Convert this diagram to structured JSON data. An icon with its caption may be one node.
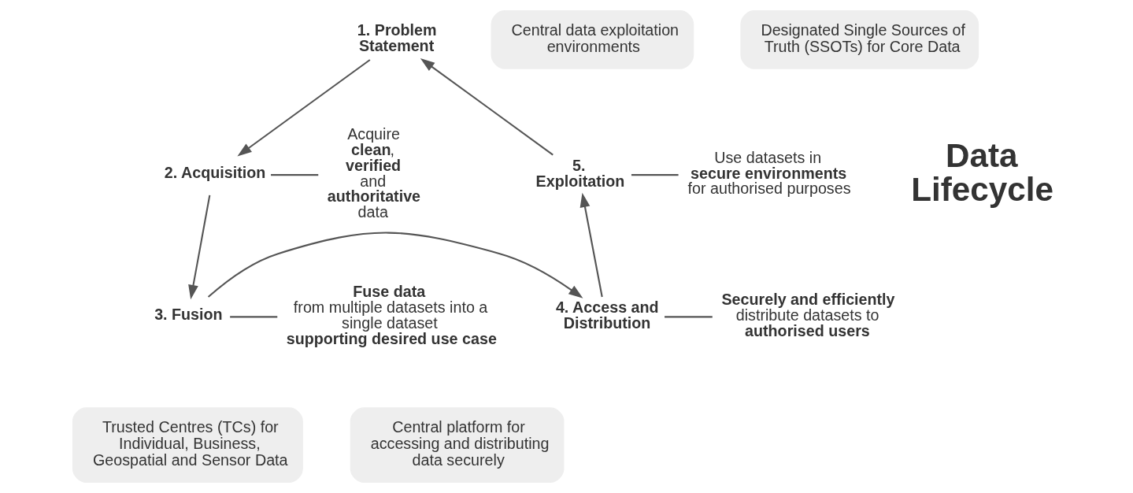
{
  "diagram": {
    "nodes": [
      {
        "text": [
          "1. Problem Statement"
        ]
      },
      {
        "text": [
          "2. Acquisition"
        ]
      },
      {
        "text": [
          "3. Fusion"
        ]
      },
      {
        "text": [
          "4. Access and Distribution"
        ]
      },
      {
        "text": [
          "5. Exploitation"
        ]
      },
      {
        "text": [
          "Use datasets in **secure environments** for authorised purposes"
        ]
      },
      {
        "text": [
          "Central data exploitation environments"
        ]
      },
      {
        "text": [
          "Acquire **clean**, **verified** and **authoritative** data"
        ]
      },
      {
        "text": [
          "Designated Single Sources of Truth (SSOTs) for Core Data"
        ]
      },
      {
        "text": [
          "**Fuse data** from multiple datasets into a single dataset **supporting desired use case**"
        ]
      },
      {
        "text": [
          "Trusted Centres (TCs) for Individual, Business, Geospatial and Sensor Data"
        ]
      },
      {
        "text": [
          "**Securely and efficiently** distribute datasets to **authorised users**"
        ]
      },
      {
        "text": [
          "Central platform for accessing and distributing data securely"
        ]
      }
    ],
    "edges": [
      {
        "from": 0,
        "to": 1,
        "arrow": "to"
      },
      {
        "from": 1,
        "to": 2,
        "arrow": "to"
      },
      {
        "from": 2,
        "to": 3,
        "arrow": "to"
      },
      {
        "from": 3,
        "to": 4,
        "arrow": "to"
      },
      {
        "from": 4,
        "to": 0,
        "arrow": "to"
      },
      {
        "from": 4,
        "to": 5,
        "arrow": "none"
      },
      {
        "from": 1,
        "to": 7,
        "arrow": "none"
      },
      {
        "from": 2,
        "to": 9,
        "arrow": "none"
      },
      {
        "from": 3,
        "to": 11,
        "arrow": "none"
      }
    ],
    "labels": [
      "Data Lifecycle"
    ]
  }
}
